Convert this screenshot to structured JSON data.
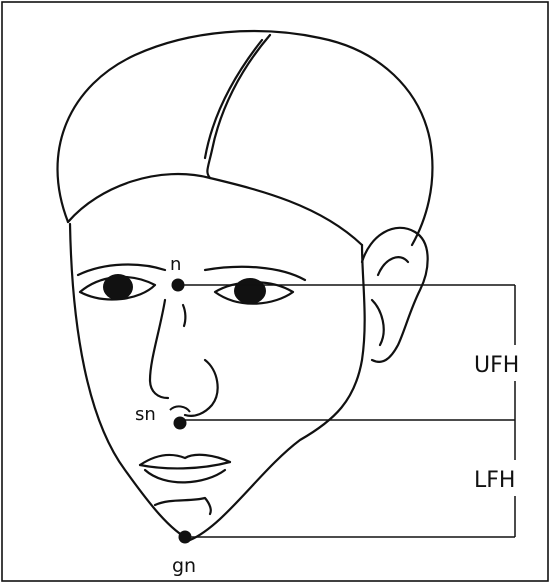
{
  "landmarks": {
    "nasion": "n",
    "subnasale": "sn",
    "gnathion": "gn"
  },
  "measurements": {
    "upper_face_height": "UFH",
    "lower_face_height": "LFH"
  },
  "colors": {
    "line": "#111111",
    "background": "#ffffff"
  }
}
